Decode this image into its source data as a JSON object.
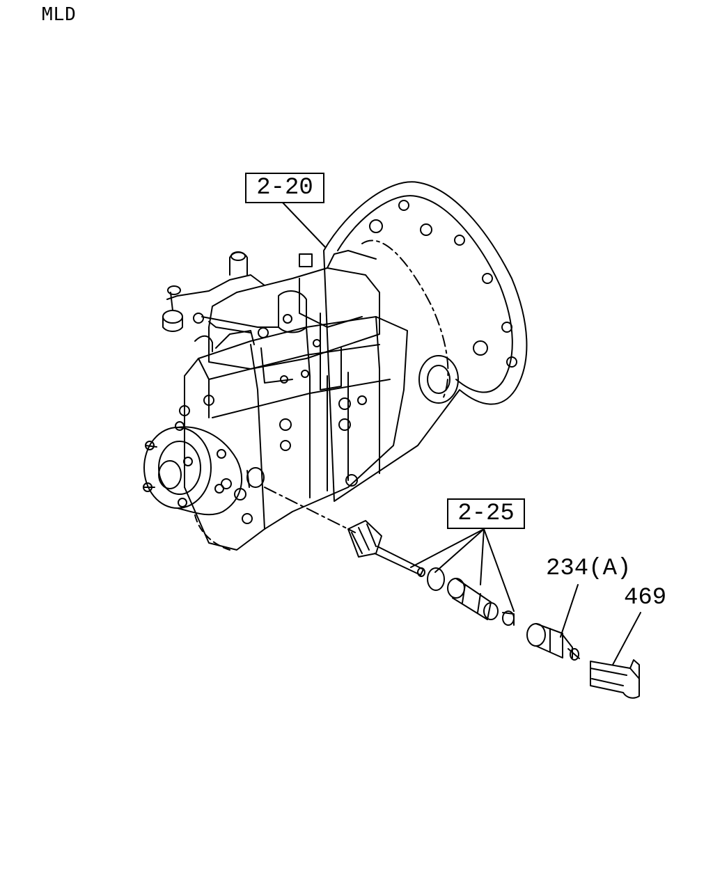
{
  "header": {
    "model_code": "MLD"
  },
  "callouts": {
    "ref_2_20": "2-20",
    "ref_2_25": "2-25",
    "part_234": "234(A)",
    "part_469": "469"
  }
}
